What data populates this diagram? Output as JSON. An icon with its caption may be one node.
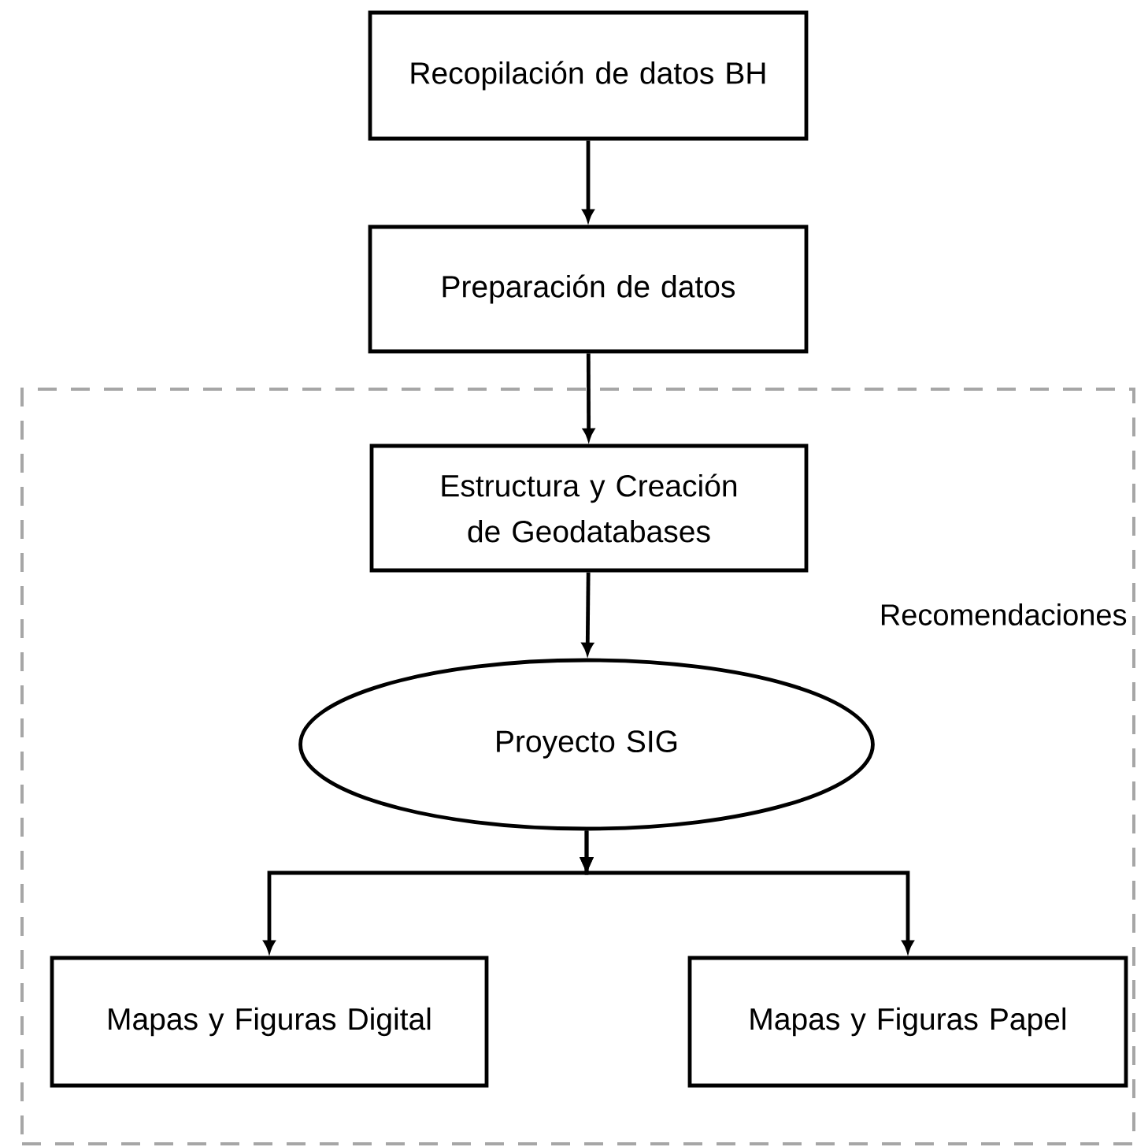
{
  "diagram": {
    "nodes": [
      {
        "text": [
          "Recopilación de datos BH"
        ]
      },
      {
        "text": [
          "Preparación de datos"
        ]
      },
      {
        "text": [
          "Recomendaciones"
        ]
      },
      {
        "text": [
          "Estructura y Creación de Geodatabases"
        ],
        "in": 2
      },
      {
        "text": [
          "Proyecto SIG"
        ],
        "in": 2
      },
      {
        "text": [
          "Mapas y Figuras Digital"
        ],
        "in": 2
      },
      {
        "text": [
          "Mapas y Figuras Papel"
        ],
        "in": 2
      }
    ],
    "edges": [
      {
        "from": 0,
        "to": 1,
        "arrow": "to"
      },
      {
        "from": 1,
        "to": 3,
        "arrow": "to"
      },
      {
        "from": 3,
        "to": 4,
        "arrow": "to"
      },
      {
        "from": 4,
        "to": 5,
        "arrow": "to"
      },
      {
        "from": 4,
        "to": 6,
        "arrow": "to"
      }
    ]
  }
}
